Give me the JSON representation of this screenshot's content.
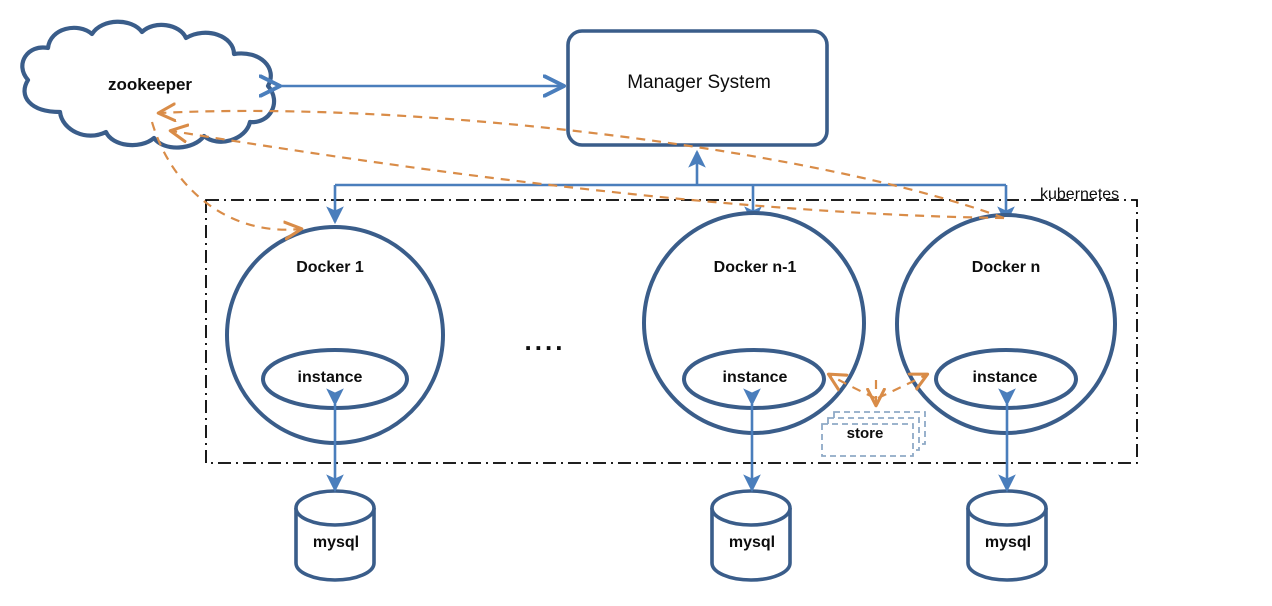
{
  "diagram": {
    "title": "kubernetes docker cluster architecture",
    "colors": {
      "shape_stroke": "#3a5d8a",
      "arrow_blue": "#4a7ebc",
      "arrow_orange": "#d98c48",
      "boundary": "#000000",
      "text": "#0d0d0d",
      "background": "#ffffff"
    },
    "nodes": {
      "zookeeper": {
        "label": "zookeeper",
        "shape": "cloud"
      },
      "manager": {
        "label": "Manager System",
        "shape": "rounded-rectangle"
      },
      "kubernetes_boundary": {
        "label": "kubernetes",
        "shape": "dash-dot-rectangle"
      },
      "docker1": {
        "label": "Docker 1",
        "shape": "circle"
      },
      "docker_n_1": {
        "label": "Docker n-1",
        "shape": "circle"
      },
      "docker_n": {
        "label": "Docker n",
        "shape": "circle"
      },
      "instance1": {
        "label": "instance",
        "shape": "ellipse"
      },
      "instance2": {
        "label": "instance",
        "shape": "ellipse"
      },
      "instance3": {
        "label": "instance",
        "shape": "ellipse"
      },
      "store": {
        "label": "store",
        "shape": "dashed-3d-box"
      },
      "mysql1": {
        "label": "mysql",
        "shape": "cylinder"
      },
      "mysql2": {
        "label": "mysql",
        "shape": "cylinder"
      },
      "mysql3": {
        "label": "mysql",
        "shape": "cylinder"
      },
      "ellipsis": {
        "label": "...."
      }
    },
    "edges": [
      {
        "from": "zookeeper",
        "to": "manager",
        "style": "solid",
        "color": "#4a7ebc",
        "arrows": "both"
      },
      {
        "from": "manager",
        "to": "docker-bus",
        "style": "solid",
        "color": "#4a7ebc",
        "arrows": "to-manager"
      },
      {
        "from": "docker-bus",
        "to": "docker1",
        "style": "solid",
        "color": "#4a7ebc",
        "arrows": "end"
      },
      {
        "from": "docker-bus",
        "to": "docker_n_1",
        "style": "solid",
        "color": "#4a7ebc",
        "arrows": "end"
      },
      {
        "from": "docker-bus",
        "to": "docker_n",
        "style": "solid",
        "color": "#4a7ebc",
        "arrows": "end"
      },
      {
        "from": "zookeeper",
        "to": "docker1",
        "style": "dashed",
        "color": "#d98c48",
        "arrows": "end"
      },
      {
        "from": "docker_n_1",
        "to": "zookeeper",
        "style": "dashed",
        "color": "#d98c48",
        "arrows": "end"
      },
      {
        "from": "docker_n",
        "to": "zookeeper",
        "style": "dashed",
        "color": "#d98c48",
        "arrows": "end"
      },
      {
        "from": "instance1",
        "to": "mysql1",
        "style": "solid",
        "color": "#4a7ebc",
        "arrows": "both"
      },
      {
        "from": "instance2",
        "to": "mysql2",
        "style": "solid",
        "color": "#4a7ebc",
        "arrows": "both"
      },
      {
        "from": "instance3",
        "to": "mysql3",
        "style": "solid",
        "color": "#4a7ebc",
        "arrows": "both"
      },
      {
        "from": "store",
        "to": "instance2",
        "style": "dashed",
        "color": "#d98c48",
        "arrows": "end"
      },
      {
        "from": "store",
        "to": "instance3",
        "style": "dashed",
        "color": "#d98c48",
        "arrows": "end"
      },
      {
        "from": "instance-link",
        "to": "store",
        "style": "dashed",
        "color": "#d98c48",
        "arrows": "end"
      }
    ]
  }
}
